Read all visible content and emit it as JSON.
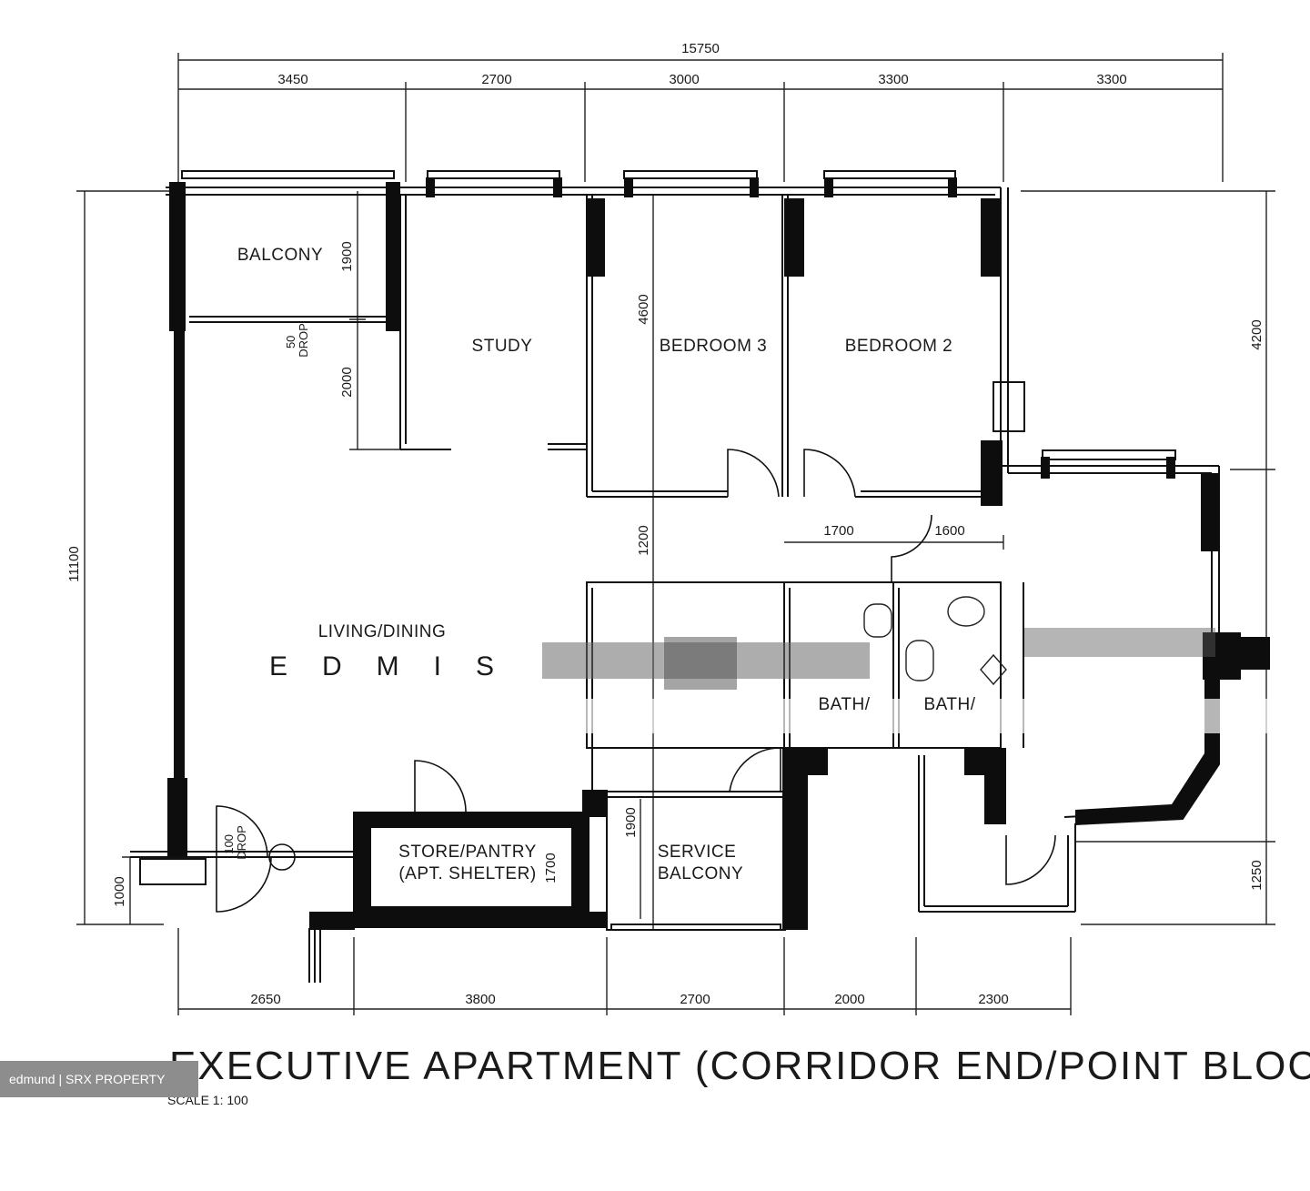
{
  "dimensions": {
    "overall_width": "15750",
    "top": [
      "3450",
      "2700",
      "3000",
      "3300",
      "3300"
    ],
    "bottom": [
      "2650",
      "3800",
      "2700",
      "2000",
      "2300"
    ],
    "left_height": "11100",
    "left_lower": "1000",
    "right_upper": "4200",
    "right_lower": "1250",
    "balcony_depth": "1900",
    "balcony_drop": "50\nDROP",
    "living_offset": "2000",
    "bedroom_depth": "4600",
    "corridor_width": "1200",
    "bath_width_1": "1700",
    "bath_width_2": "1600",
    "service_depth": "1900",
    "store_depth": "1700",
    "entry_drop": "100\nDROP"
  },
  "rooms": {
    "balcony": "BALCONY",
    "study": "STUDY",
    "bedroom3": "BEDROOM 3",
    "bedroom2": "BEDROOM 2",
    "living": "LIVING/DINING",
    "bath1": "BATH/",
    "bath2": "BATH/",
    "store_line1": "STORE/PANTRY",
    "store_line2": "(APT. SHELTER)",
    "service_line1": "SERVICE",
    "service_line2": "BALCONY"
  },
  "title": "EXECUTIVE APARTMENT (CORRIDOR END/POINT BLOCK-END)",
  "scale": "SCALE   1: 100",
  "watermark_faint": "EDMIS",
  "watermark_badge": "edmund | SRX PROPERTY"
}
